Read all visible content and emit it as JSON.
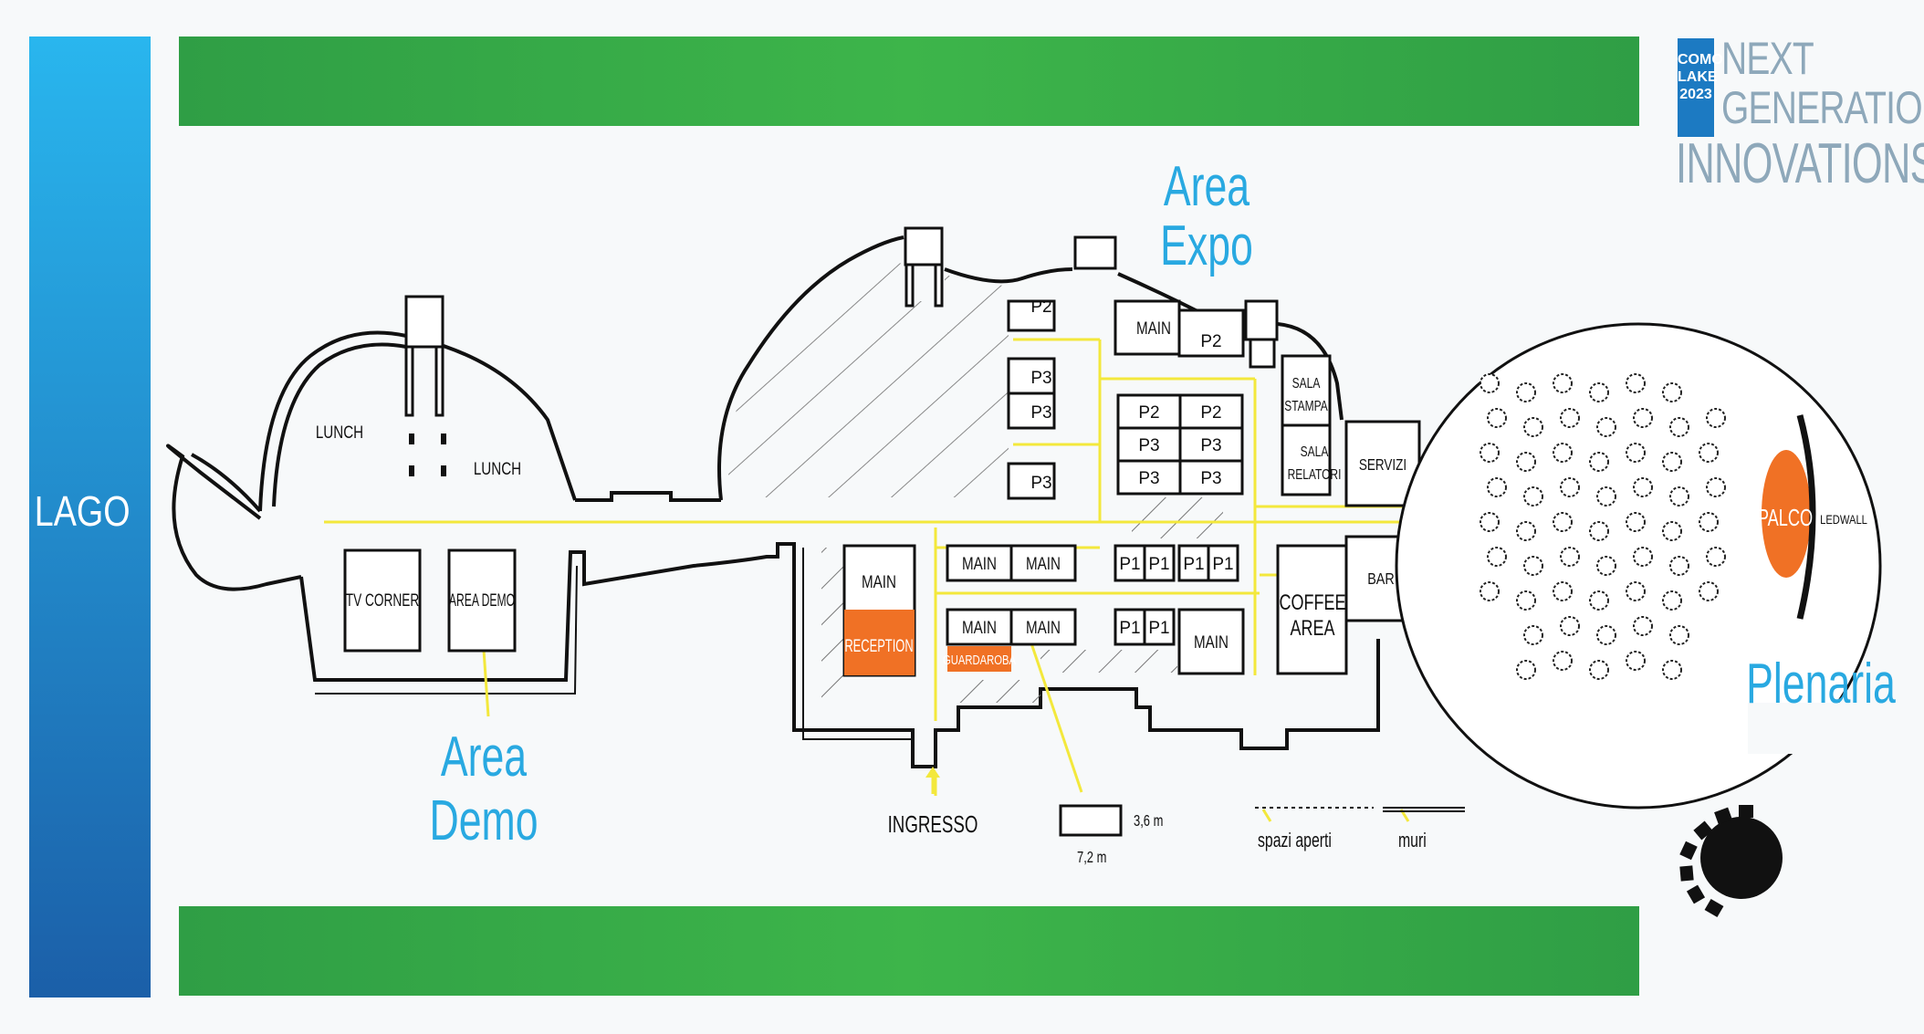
{
  "logo": {
    "badge": [
      "COMO",
      "LAKE",
      "2023"
    ],
    "line1": "NEXT",
    "line2": "GENERATION",
    "line3": "INNOVATIONS"
  },
  "lake_label": "LAGO",
  "areas": {
    "expo": [
      "Area",
      "Expo"
    ],
    "demo": [
      "Area",
      "Demo"
    ],
    "plenaria": "Plenaria"
  },
  "rooms": {
    "lunch_1": "LUNCH",
    "lunch_2": "LUNCH",
    "tv_corner": "TV CORNER",
    "area_demo": "AREA DEMO",
    "main_reception_top": "MAIN",
    "reception": "RECEPTION",
    "main_a": "MAIN",
    "main_b": "MAIN",
    "main_c": "MAIN",
    "main_d": "MAIN",
    "guardaroba": "GUARDAROBA",
    "main_top": "MAIN",
    "main_bottom": "MAIN",
    "p2_top": "P2",
    "p2_right": "P2",
    "p3_1": "P3",
    "p3_2": "P3",
    "p3_3": "P3",
    "p2_grid_a": "P2",
    "p2_grid_b": "P2",
    "p3_grid_a": "P3",
    "p3_grid_b": "P3",
    "p3_grid_c": "P3",
    "p3_grid_d": "P3",
    "p1_a": "P1",
    "p1_b": "P1",
    "p1_c": "P1",
    "p1_d": "P1",
    "p1_e": "P1",
    "p1_f": "P1",
    "sala_stampa": [
      "SALA",
      "STAMPA"
    ],
    "sala_relatori": [
      "SALA",
      "RELATORI"
    ],
    "servizi": "SERVIZI",
    "coffee_area": [
      "COFFEE",
      "AREA"
    ],
    "bar": "BAR",
    "palco": "PALCO",
    "ledwall": "LEDWALL"
  },
  "legend": {
    "ingresso": "INGRESSO",
    "size_h": "3,6 m",
    "size_w": "7,2 m",
    "spazi_aperti": "spazi aperti",
    "muri": "muri"
  },
  "colors": {
    "green_band": "#3aa948",
    "lake_top": "#29b6ee",
    "lake_bottom": "#1b5fa8",
    "accent_blue": "#29a9e1",
    "orange": "#f07125",
    "path_yellow": "#f3e83c"
  }
}
